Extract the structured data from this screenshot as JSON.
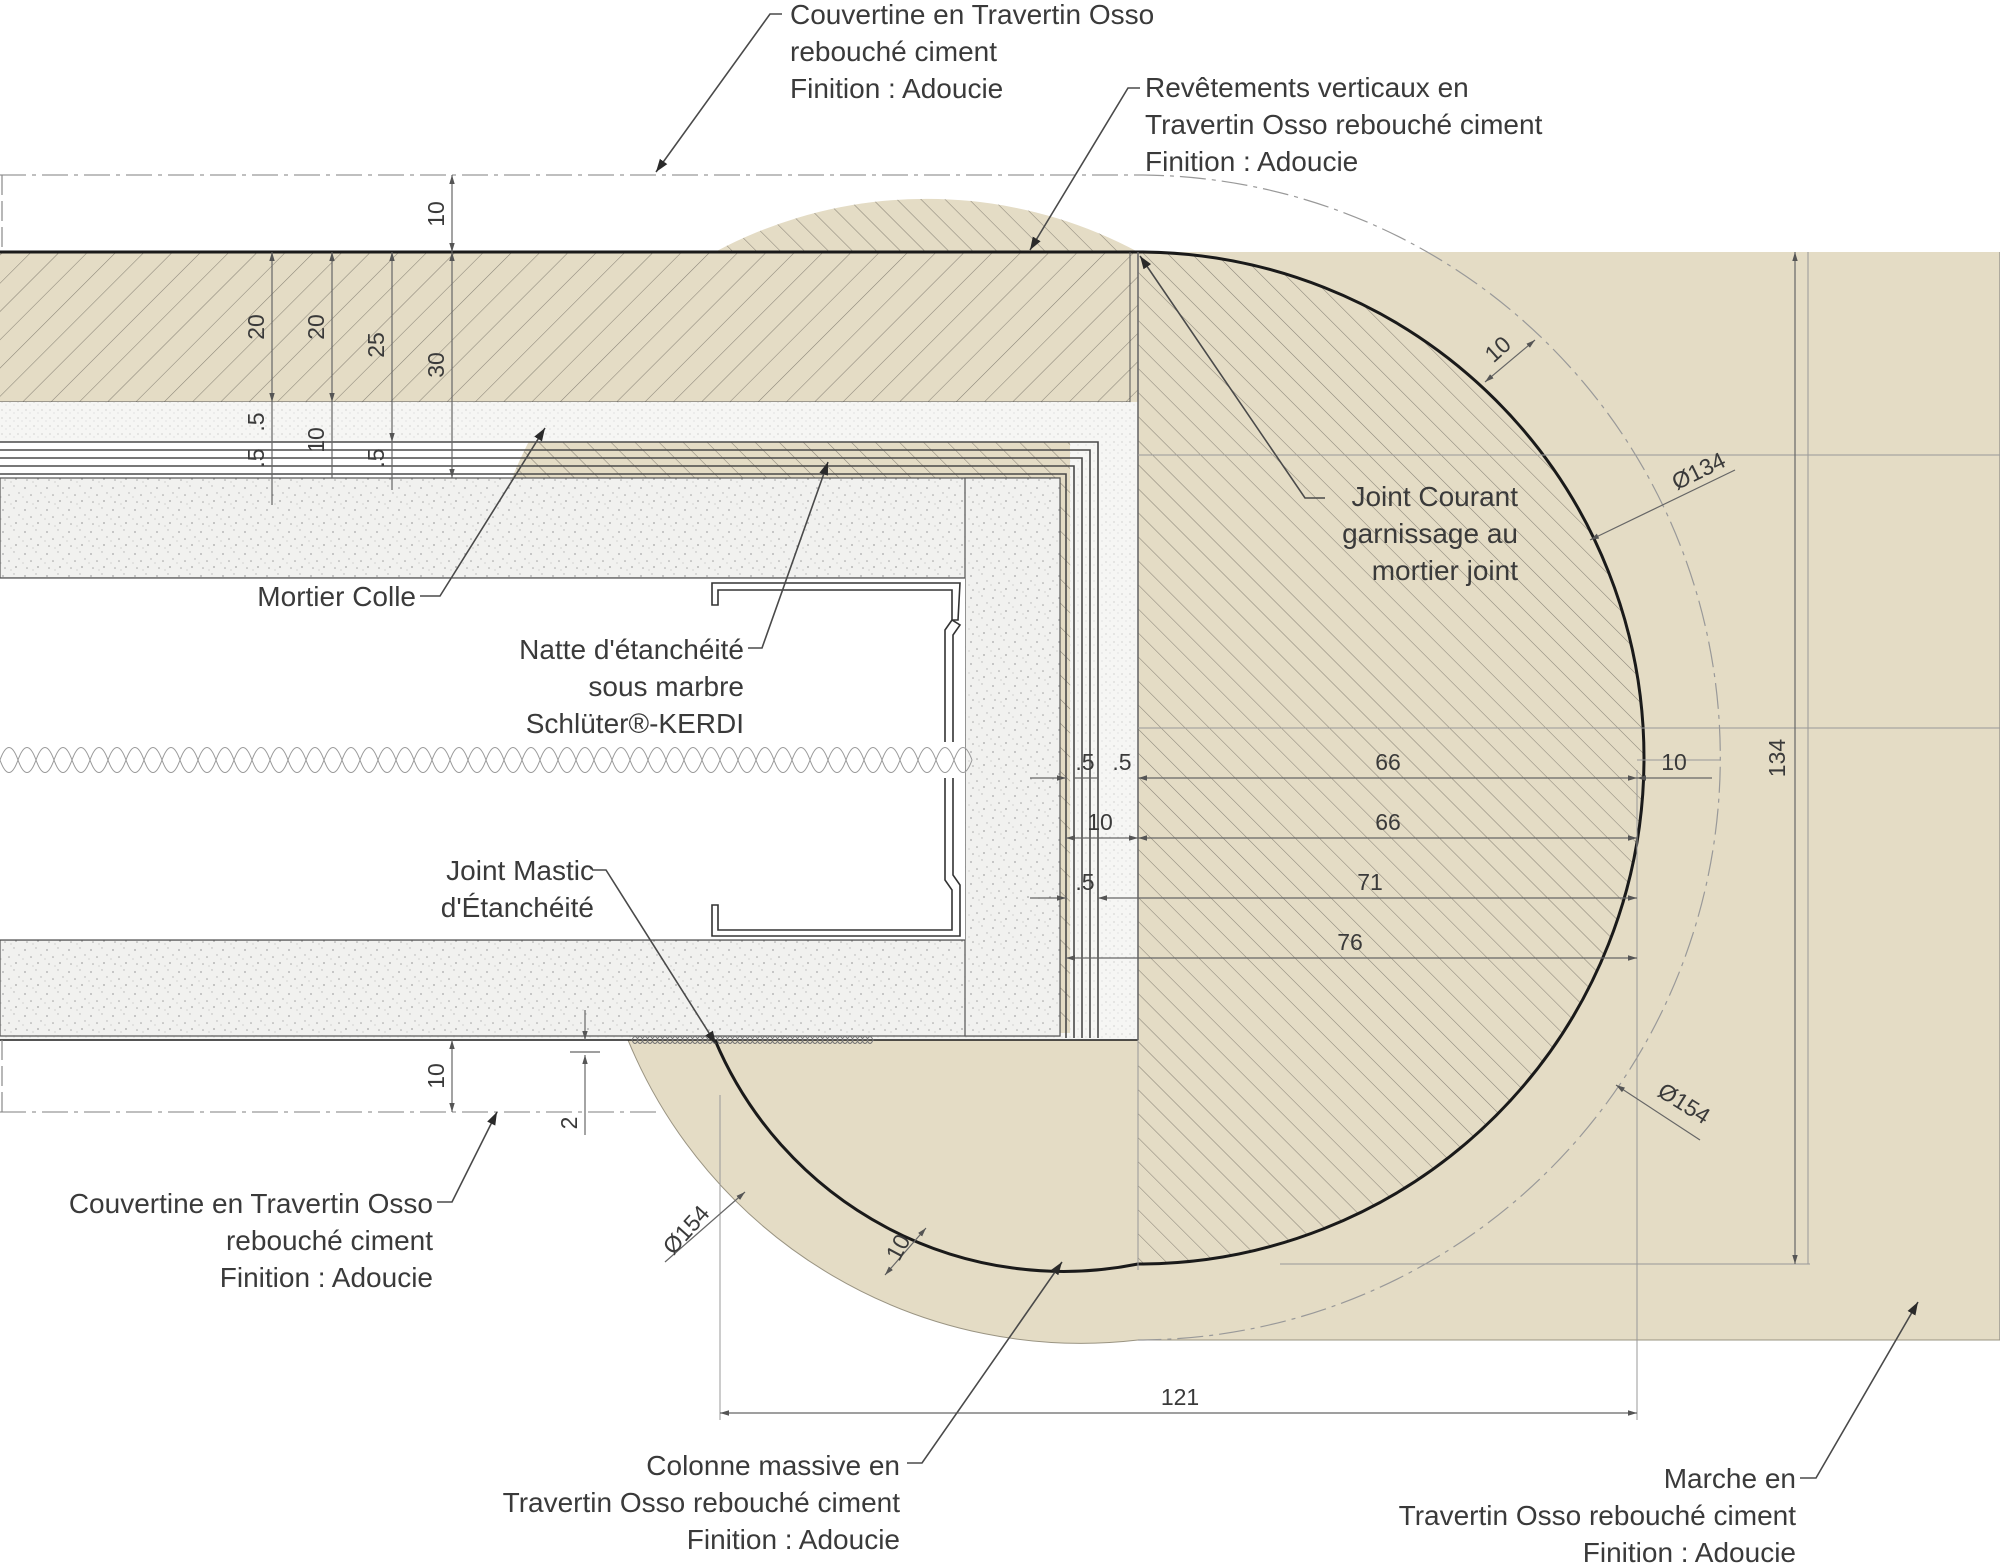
{
  "labels": {
    "couvertine_top": [
      "Couvertine en Travertin Osso",
      "rebouché ciment",
      "Finition : Adoucie"
    ],
    "revetements": [
      "Revêtements verticaux en",
      "Travertin Osso rebouché ciment",
      "Finition : Adoucie"
    ],
    "joint_courant": [
      "Joint Courant",
      "garnissage au",
      "mortier joint"
    ],
    "mortier_colle": [
      "Mortier Colle"
    ],
    "natte": [
      "Natte d'étanchéité",
      "sous marbre",
      "Schlüter®-KERDI"
    ],
    "joint_mastic": [
      "Joint Mastic",
      "d'Étanchéité"
    ],
    "couvertine_bottom": [
      "Couvertine en Travertin Osso",
      "rebouché ciment",
      "Finition : Adoucie"
    ],
    "colonne": [
      "Colonne massive en",
      "Travertin Osso rebouché ciment",
      "Finition : Adoucie"
    ],
    "marche": [
      "Marche en",
      "Travertin Osso rebouché ciment",
      "Finition : Adoucie"
    ]
  },
  "dims": {
    "d10_top": "10",
    "d20_a": "20",
    "d20_b": "20",
    "d25": "25",
    "d30": "30",
    "d05_a": ".5",
    "d05_b": ".5",
    "d10_v": "10",
    "d05_c": ".5",
    "d10_arc": "10",
    "dia134": "Ø134",
    "d05_h1": ".5",
    "d05_h2": ".5",
    "d66_a": "66",
    "d10_right": "10",
    "d134": "134",
    "d10_h": "10",
    "d66_b": "66",
    "d05_h3": ".5",
    "d71": "71",
    "d76": "76",
    "d10_bot": "10",
    "d2": "2",
    "dia154_r": "Ø154",
    "dia154_l": "Ø154",
    "d10_arc2": "10",
    "d121": "121"
  },
  "colors": {
    "stone": "#e4dcc5",
    "insulation": "#f1f1ef",
    "line": "#1a1a1a"
  }
}
